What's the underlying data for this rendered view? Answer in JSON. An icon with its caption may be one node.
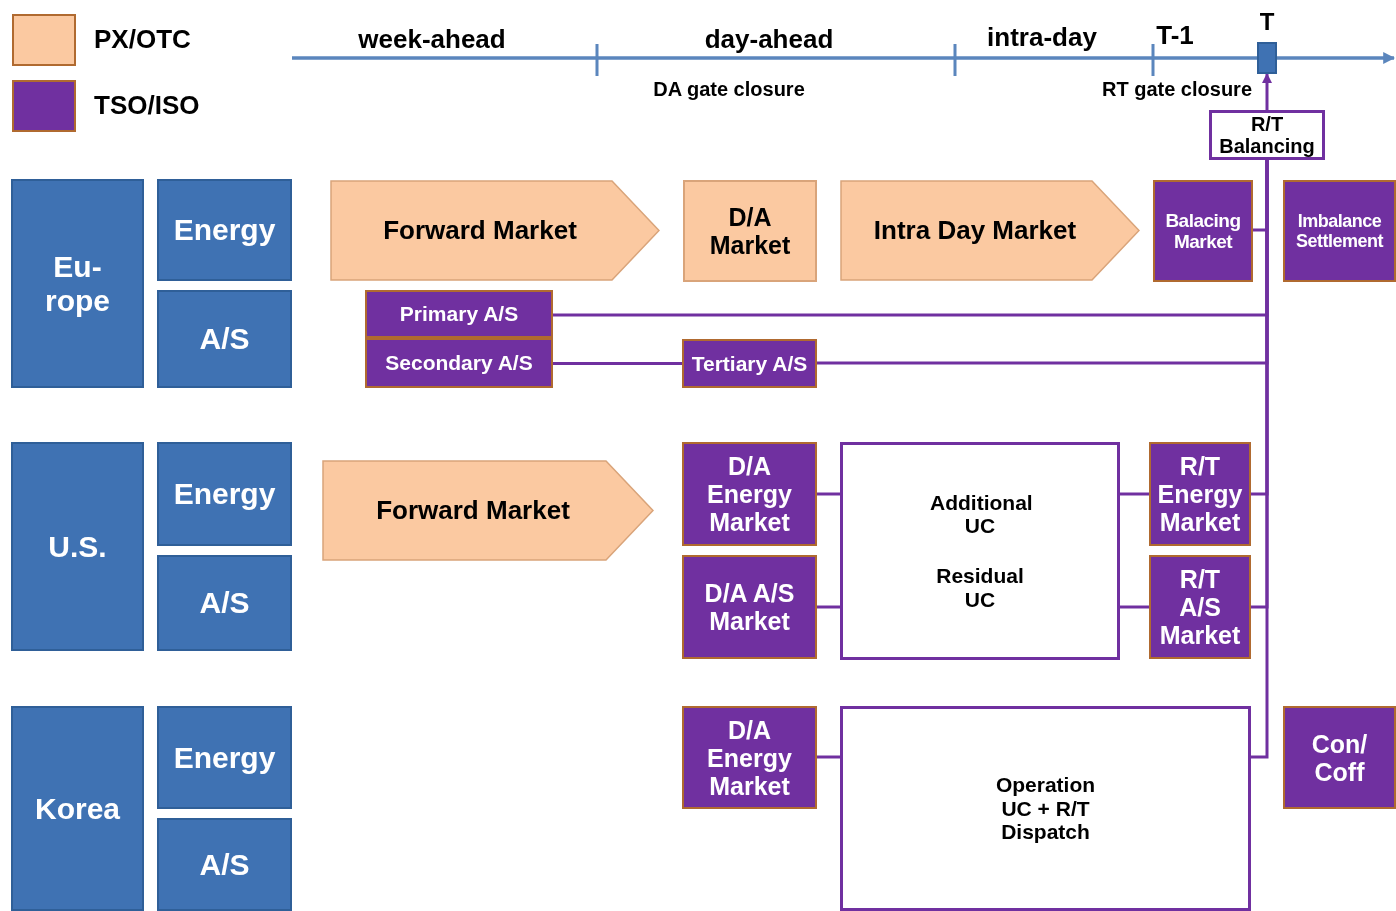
{
  "diagram": {
    "nodes": [
      {
        "text": [
          "Eu- rope"
        ]
      },
      {
        "text": [
          "Energy"
        ]
      },
      {
        "text": [
          "A/S"
        ]
      },
      {
        "text": [
          "Forward Market"
        ]
      },
      {
        "text": [
          "D/A Market"
        ]
      },
      {
        "text": [
          "Intra Day Market"
        ]
      },
      {
        "text": [
          "Balacing Market"
        ]
      },
      {
        "text": [
          "Imbalance Settlement"
        ]
      },
      {
        "text": [
          "R/T Balancing"
        ]
      },
      {
        "text": [
          "Primary A/S"
        ]
      },
      {
        "text": [
          "Secondary A/S"
        ]
      },
      {
        "text": [
          "Tertiary A/S"
        ]
      },
      {
        "text": [
          "U.S."
        ]
      },
      {
        "text": [
          "Energy"
        ]
      },
      {
        "text": [
          "A/S"
        ]
      },
      {
        "text": [
          "Forward Market"
        ]
      },
      {
        "text": [
          "D/A Energy Market"
        ]
      },
      {
        "text": [
          "D/A A/S Market"
        ]
      },
      {
        "text": [
          "Additional UC",
          "Residual UC"
        ]
      },
      {
        "text": [
          "R/T Energy Market"
        ]
      },
      {
        "text": [
          "R/T A/S Market"
        ]
      },
      {
        "text": [
          "Korea"
        ]
      },
      {
        "text": [
          "Energy"
        ]
      },
      {
        "text": [
          "A/S"
        ]
      },
      {
        "text": [
          "D/A Energy Market"
        ]
      },
      {
        "text": [
          "Operation UC + R/T Dispatch"
        ]
      },
      {
        "text": [
          "Con/ Coff"
        ]
      },
      {
        "text": [],
        "shape": "box",
        "beside": [
          "T"
        ]
      }
    ],
    "edges": [
      {
        "from": 6,
        "to": 8,
        "arrow": "none"
      },
      {
        "from": 9,
        "to": 8,
        "arrow": "none"
      },
      {
        "from": 10,
        "to": 11,
        "arrow": "none"
      },
      {
        "from": 11,
        "to": 8,
        "arrow": "none"
      },
      {
        "from": 16,
        "to": 18,
        "arrow": "none"
      },
      {
        "from": 17,
        "to": 18,
        "arrow": "none"
      },
      {
        "from": 18,
        "to": 19,
        "arrow": "none"
      },
      {
        "from": 18,
        "to": 20,
        "arrow": "none"
      },
      {
        "from": 19,
        "to": 8,
        "arrow": "none"
      },
      {
        "from": 20,
        "to": 8,
        "arrow": "none"
      },
      {
        "from": 24,
        "to": 25,
        "arrow": "none"
      },
      {
        "from": 25,
        "to": 8,
        "arrow": "none"
      },
      {
        "from": 8,
        "to": 27,
        "arrow": "to"
      }
    ],
    "labels": [
      "week-ahead",
      "day-ahead",
      "intra-day",
      "T-1",
      "DA gate closure",
      "RT gate closure"
    ],
    "legend": [
      {
        "text": "PX/OTC",
        "color": "#fbc9a1"
      },
      {
        "text": "TSO/ISO",
        "color": "#7030a0"
      }
    ]
  }
}
